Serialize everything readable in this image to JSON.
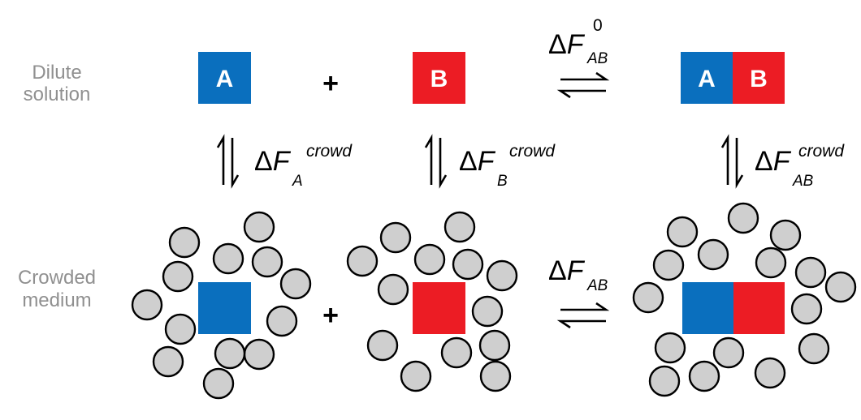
{
  "row_labels": {
    "dilute_line1": "Dilute",
    "dilute_line2": "solution",
    "crowded_line1": "Crowded",
    "crowded_line2": "medium"
  },
  "boxes": {
    "a_label": "A",
    "b_label": "B",
    "a_color": "#0a6fbe",
    "b_color": "#ec1c24"
  },
  "plus_sign": "+",
  "free_energies": {
    "delta_symbol": "Δ",
    "F": "F",
    "dilute_binding": {
      "sub": "AB",
      "sup": "0"
    },
    "crowd_A": {
      "sub": "A",
      "sup": "crowd"
    },
    "crowd_B": {
      "sub": "B",
      "sup": "crowd"
    },
    "crowd_AB": {
      "sub": "AB",
      "sup": "crowd"
    },
    "crowded_binding": {
      "sub": "AB",
      "sup": ""
    }
  },
  "crowder_color": "#cfcfcf"
}
